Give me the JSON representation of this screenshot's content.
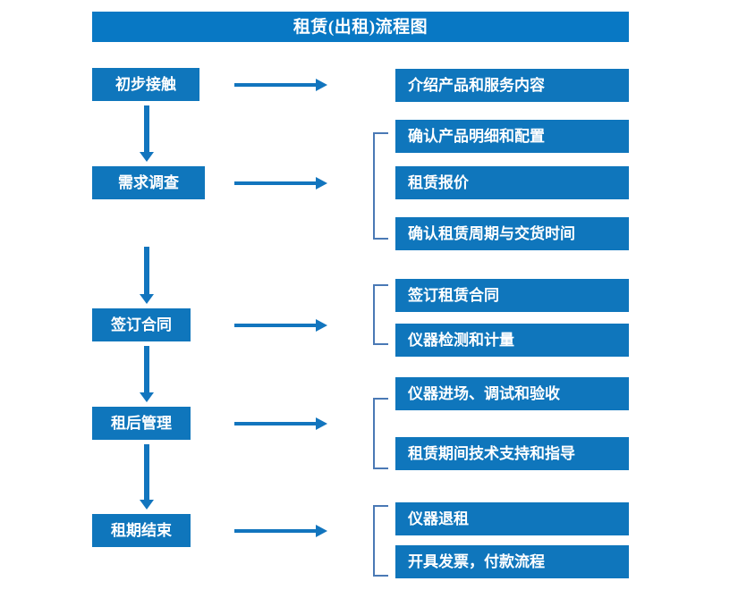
{
  "chart": {
    "title": "租赁(出租)流程图",
    "colors": {
      "title_bar": "#0878C4",
      "box": "#0F76BC",
      "arrow": "#1275BE",
      "bracket": "#4A79B5",
      "text": "#FFFFFF",
      "background": "#FFFFFF"
    }
  },
  "stages": [
    {
      "id": "stage-1",
      "label": "初步接触"
    },
    {
      "id": "stage-2",
      "label": "需求调查"
    },
    {
      "id": "stage-3",
      "label": "签订合同"
    },
    {
      "id": "stage-4",
      "label": "租后管理"
    },
    {
      "id": "stage-5",
      "label": "租期结束"
    }
  ],
  "groups": [
    {
      "id": "group-1",
      "stage": "初步接触",
      "has_bracket": false,
      "items": [
        {
          "label": "介绍产品和服务内容"
        }
      ]
    },
    {
      "id": "group-2",
      "stage": "需求调查",
      "has_bracket": true,
      "items": [
        {
          "label": "确认产品明细和配置"
        },
        {
          "label": "租赁报价"
        },
        {
          "label": "确认租赁周期与交货时间"
        }
      ]
    },
    {
      "id": "group-3",
      "stage": "签订合同",
      "has_bracket": true,
      "items": [
        {
          "label": "签订租赁合同"
        },
        {
          "label": "仪器检测和计量"
        }
      ]
    },
    {
      "id": "group-4",
      "stage": "租后管理",
      "has_bracket": true,
      "items": [
        {
          "label": "仪器进场、调试和验收"
        },
        {
          "label": "租赁期间技术支持和指导"
        }
      ]
    },
    {
      "id": "group-5",
      "stage": "租期结束",
      "has_bracket": true,
      "items": [
        {
          "label": "仪器退租"
        },
        {
          "label": "开具发票，付款流程"
        }
      ]
    }
  ],
  "connectors": {
    "down_arrow_icon": "arrow-down-icon",
    "right_arrow_icon": "arrow-right-icon",
    "bracket_icon": "group-bracket-icon"
  }
}
